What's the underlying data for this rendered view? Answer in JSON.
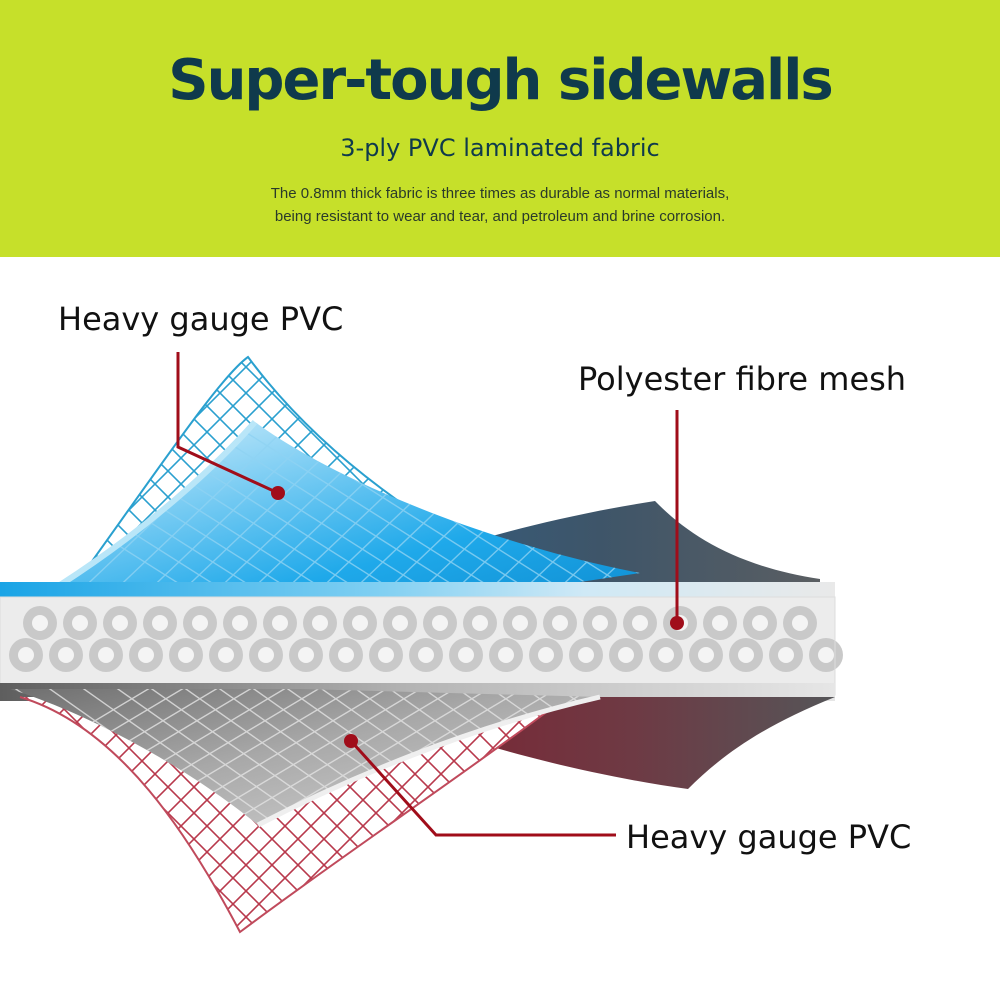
{
  "header": {
    "title": "Super-tough sidewalls",
    "subtitle": "3-ply PVC laminated fabric",
    "description_line1": "The 0.8mm thick fabric is three times as durable as normal materials,",
    "description_line2": "being resistant to wear and tear,  and petroleum and brine corrosion."
  },
  "labels": {
    "top_layer": "Heavy gauge PVC",
    "middle_layer": "Polyester fibre mesh",
    "bottom_layer": "Heavy gauge PVC"
  },
  "colors": {
    "header_bg": "#c6e02a",
    "title": "#0f3a4c",
    "leader_line": "#a00d1a",
    "top_pvc": "#1aa8e8",
    "mesh_layer": "#d9d9d9",
    "bottom_pvc": "#9a9a9a"
  }
}
